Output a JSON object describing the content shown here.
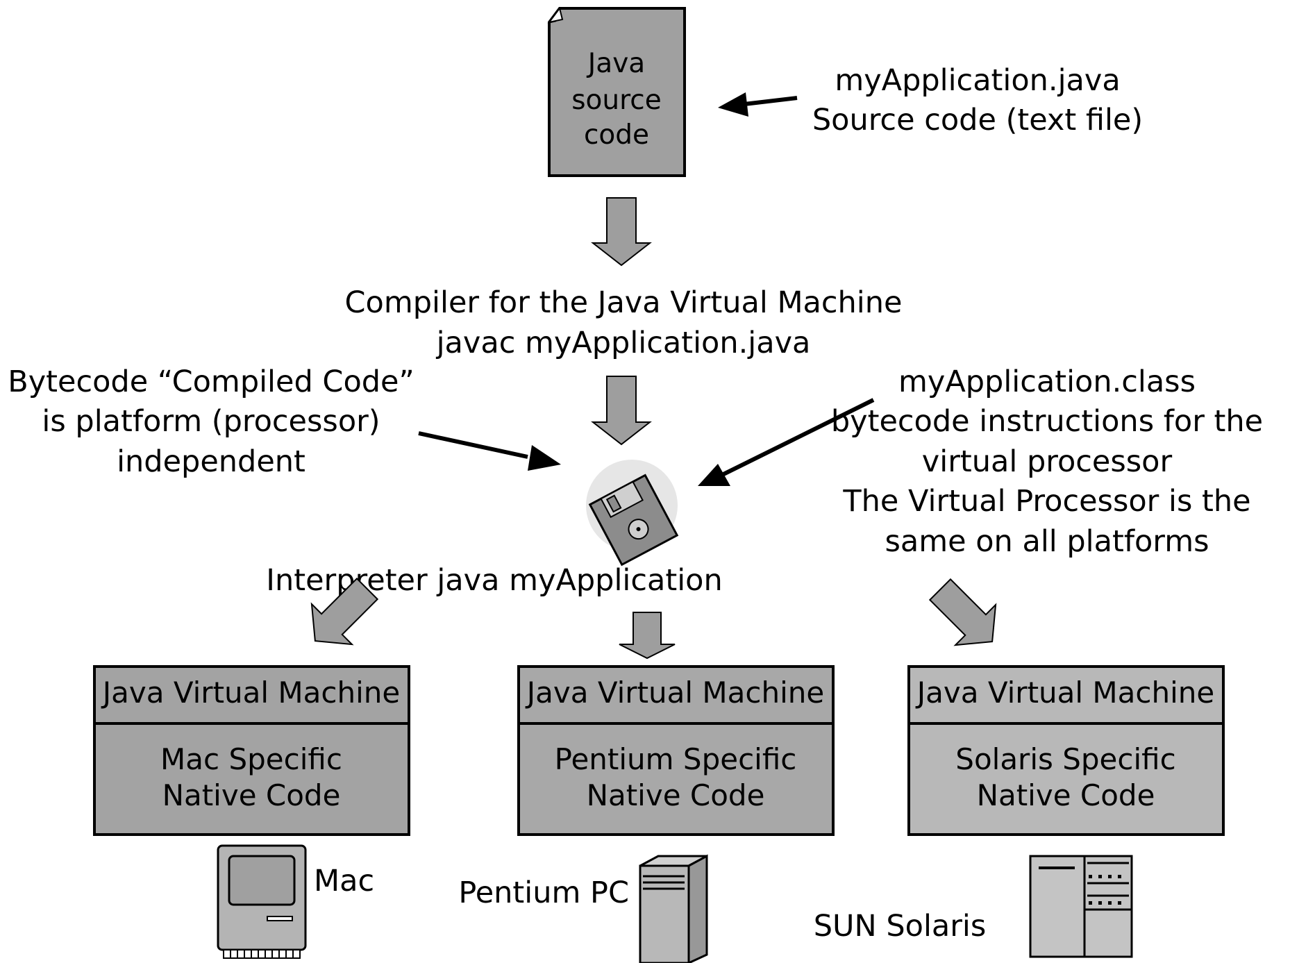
{
  "source_file": {
    "lines": [
      "Java",
      "source",
      "code"
    ]
  },
  "source_annotation": {
    "lines": [
      "myApplication.java",
      "Source code (text file)"
    ]
  },
  "compiler_label": {
    "lines": [
      "Compiler for the Java Virtual Machine",
      "javac myApplication.java"
    ]
  },
  "bytecode_note": {
    "lines": [
      "Bytecode “Compiled Code”",
      "is platform (processor)",
      "independent"
    ]
  },
  "class_note": {
    "lines": [
      "myApplication.class",
      "bytecode instructions for the",
      "virtual processor",
      "The Virtual Processor is the",
      "same on all platforms"
    ]
  },
  "interpreter_label": "Interpreter java myApplication",
  "platforms": [
    {
      "jvm_label": "Java Virtual Machine",
      "native_lines": [
        "Mac Specific",
        "Native Code"
      ],
      "machine_label": "Mac",
      "machine_icon": "mac-computer-icon",
      "fill": "#a3a3a3"
    },
    {
      "jvm_label": "Java Virtual Machine",
      "native_lines": [
        "Pentium Specific",
        "Native Code"
      ],
      "machine_label": "Pentium PC",
      "machine_icon": "pc-tower-icon",
      "fill": "#a8a8a8"
    },
    {
      "jvm_label": "Java Virtual Machine",
      "native_lines": [
        "Solaris Specific",
        "Native Code"
      ],
      "machine_label": "SUN Solaris",
      "machine_icon": "sun-workstation-icon",
      "fill": "#b8b8b8"
    }
  ],
  "colors": {
    "box_gray": "#a0a0a0",
    "arrow_gray": "#9e9e9e",
    "outline": "#000000"
  }
}
